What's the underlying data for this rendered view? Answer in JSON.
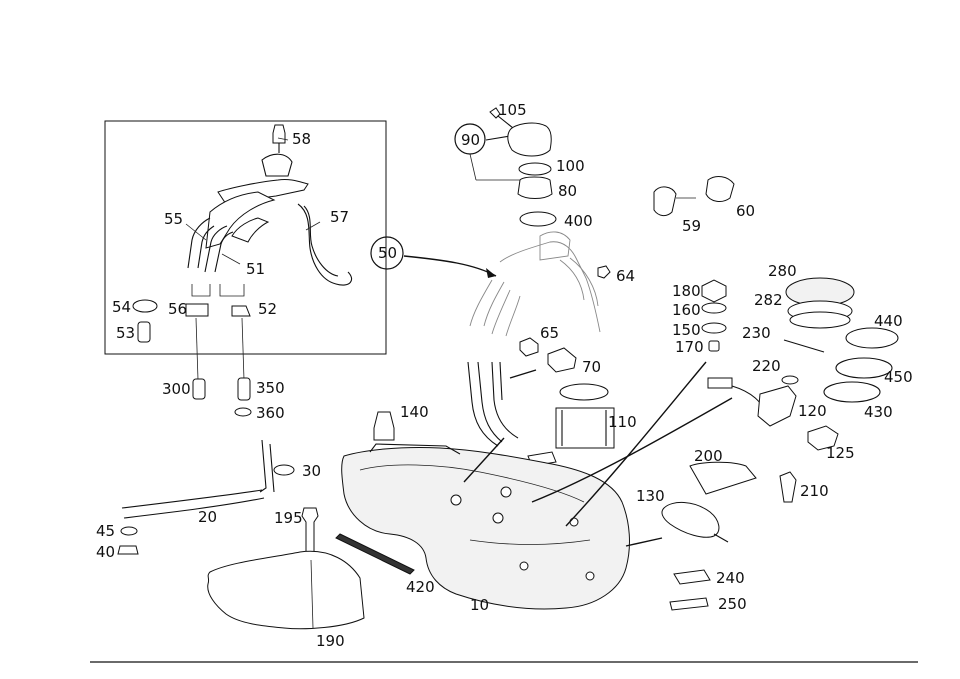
{
  "diagram": {
    "labels": {
      "p10": "10",
      "p20": "20",
      "p30": "30",
      "p40": "40",
      "p45": "45",
      "p50": "50",
      "p51": "51",
      "p52": "52",
      "p53": "53",
      "p54": "54",
      "p55": "55",
      "p56": "56",
      "p57": "57",
      "p58": "58",
      "p59": "59",
      "p60": "60",
      "p64": "64",
      "p65": "65",
      "p70": "70",
      "p80": "80",
      "p90": "90",
      "p100": "100",
      "p105": "105",
      "p110": "110",
      "p120": "120",
      "p125": "125",
      "p130": "130",
      "p140": "140",
      "p150": "150",
      "p160": "160",
      "p170": "170",
      "p180": "180",
      "p190": "190",
      "p195": "195",
      "p200": "200",
      "p210": "210",
      "p220": "220",
      "p230": "230",
      "p240": "240",
      "p250": "250",
      "p280": "280",
      "p282": "282",
      "p300": "300",
      "p350": "350",
      "p360": "360",
      "p400": "400",
      "p420": "420",
      "p430": "430",
      "p440": "440",
      "p450": "450"
    },
    "colors": {
      "line": "#111111",
      "background": "#ffffff"
    }
  }
}
